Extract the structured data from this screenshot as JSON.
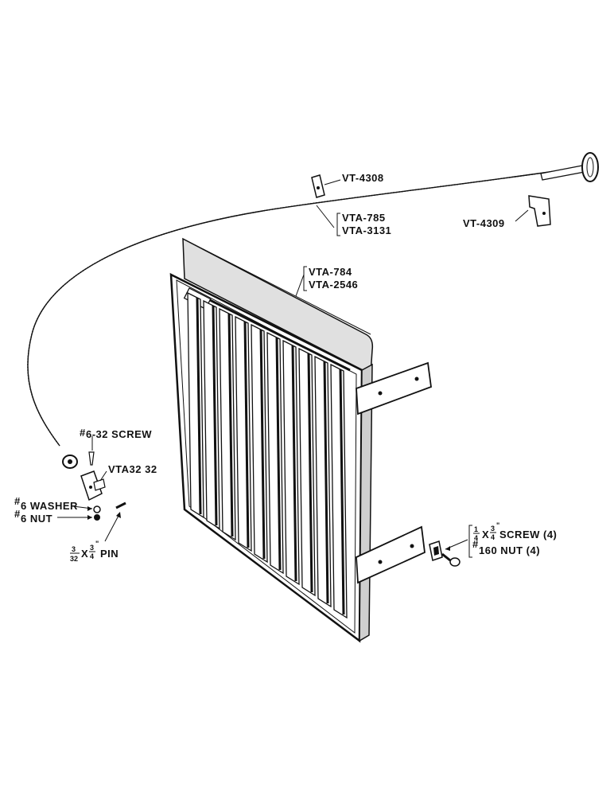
{
  "labels": {
    "vt4308": "VT-4308",
    "vta785": "VTA-785",
    "vta3131": "VTA-3131",
    "vt4309": "VT-4309",
    "vta784": "VTA-784",
    "vta2546": "VTA-2546",
    "screw632": "6-32 SCREW",
    "vta3232": "VTA32 32",
    "washer6": "6 WASHER",
    "nut6": "6 NUT",
    "pin_num": "3",
    "pin_den": "32",
    "pin_x": "X",
    "pin_len_num": "3",
    "pin_len_den": "4",
    "pin_text": "PIN",
    "screw_num": "1",
    "screw_den": "4",
    "screw_x": "X",
    "screw_len_num": "3",
    "screw_len_den": "4",
    "screw_text": "SCREW (4)",
    "nut160": "160 NUT (4)",
    "hash": "#"
  },
  "colors": {
    "ink": "#111111",
    "paper": "#ffffff",
    "shade": "#d8d8d8"
  }
}
